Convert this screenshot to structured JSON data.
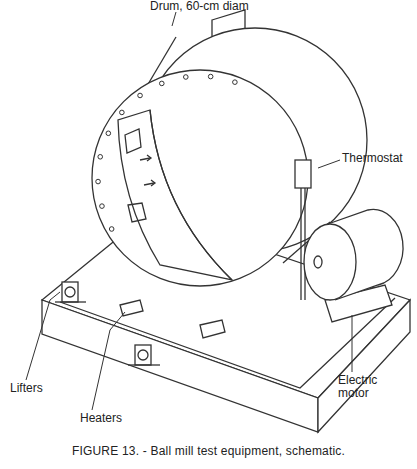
{
  "diagram": {
    "caption": "FIGURE 13. - Ball mill test equipment, schematic.",
    "labels": [
      "Drum, 60-cm diam",
      "Thermostat",
      "Lifters",
      "Heaters",
      "Electric motor"
    ]
  }
}
